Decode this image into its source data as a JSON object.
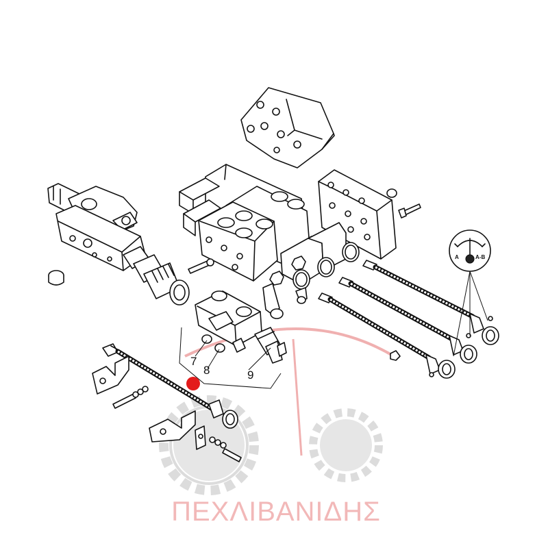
{
  "watermark": {
    "brand_text": "ΠΕΧΛΙΒΑΝΙΔΗΣ",
    "color": "#f2b8b8",
    "gear_color": "#d9d9d9",
    "arc_color": "#f0b0b0"
  },
  "callouts": {
    "c7": "7",
    "c8": "8",
    "c9": "9"
  },
  "gauge": {
    "label_a": "A",
    "label_ab": "A-B"
  },
  "marker": {
    "color": "#e31b1b"
  }
}
